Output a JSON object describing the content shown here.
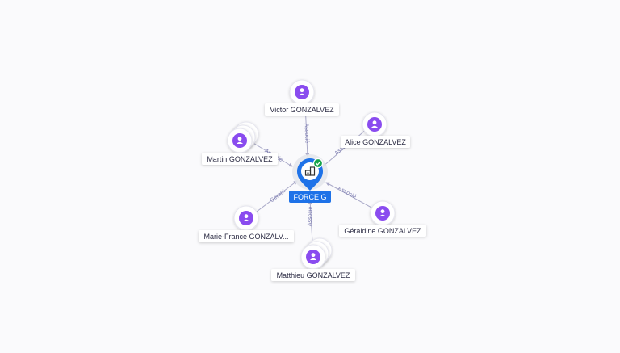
{
  "center": {
    "name": "FORCE G",
    "colors": {
      "pin": "#1e72e8",
      "badge": "#16a34a"
    },
    "icon": "building-icon"
  },
  "nodes": [
    {
      "name": "Victor GONZALVEZ",
      "relation": "Associé",
      "icon": "person-icon",
      "stacked": false
    },
    {
      "name": "Alice GONZALVEZ",
      "relation": "Associé",
      "icon": "person-icon",
      "stacked": false
    },
    {
      "name": "Martin GONZALVEZ",
      "relation": "Associé",
      "icon": "person-icon",
      "stacked": true
    },
    {
      "name": "Marie-France GONZALV...",
      "relation": "Gérant",
      "icon": "person-icon",
      "stacked": false
    },
    {
      "name": "Matthieu GONZALVEZ",
      "relation": "Associé",
      "icon": "person-icon",
      "stacked": true
    },
    {
      "name": "Géraldine GONZALVEZ",
      "relation": "Associé",
      "icon": "person-icon",
      "stacked": false
    }
  ],
  "colors": {
    "person": "#8a4cef",
    "edge": "#a9a9c8",
    "edge_label": "#7a7ab0"
  }
}
